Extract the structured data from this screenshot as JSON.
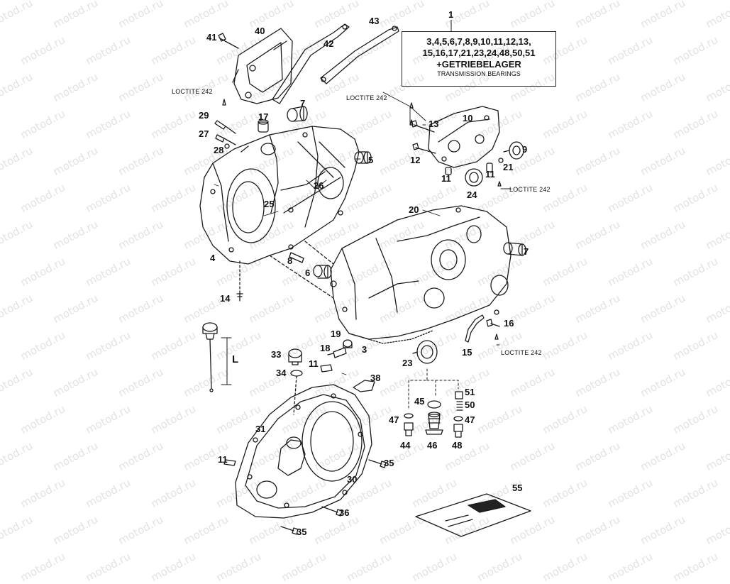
{
  "watermark": "motod.ru",
  "parts_box": {
    "ref": "1",
    "line1": "3,4,5,6,7,8,9,10,11,12,13,",
    "line2": "15,16,17,21,23,24,48,50,51",
    "line3": "+GETRIEBELAGER",
    "line4": "TRANSMISSION BEARINGS"
  },
  "loctite": "LOCTITE 242",
  "labels": {
    "n41": "41",
    "n40": "40",
    "n42": "42",
    "n43": "43",
    "n7a": "7",
    "n17": "17",
    "n29": "29",
    "n27": "27",
    "n28": "28",
    "n5": "5",
    "n26": "26",
    "n25": "25",
    "n4": "4",
    "n8": "8",
    "n14": "14",
    "n13": "13",
    "n10": "10",
    "n9": "9",
    "n12": "12",
    "n11a": "11",
    "n11b": "11",
    "n21": "21",
    "n24": "24",
    "n20": "20",
    "n7b": "7",
    "n6": "6",
    "n16": "16",
    "n15": "15",
    "n19": "19",
    "n18": "18",
    "n3": "3",
    "n23": "23",
    "n33": "33",
    "n34": "34",
    "n11c": "11",
    "n38": "38",
    "L": "L",
    "n31": "31",
    "n11d": "11",
    "n35a": "35",
    "n30": "30",
    "n36": "36",
    "n35b": "35",
    "n45": "45",
    "n51": "51",
    "n50": "50",
    "n47a": "47",
    "n47b": "47",
    "n44": "44",
    "n46": "46",
    "n48": "48",
    "n55": "55"
  }
}
